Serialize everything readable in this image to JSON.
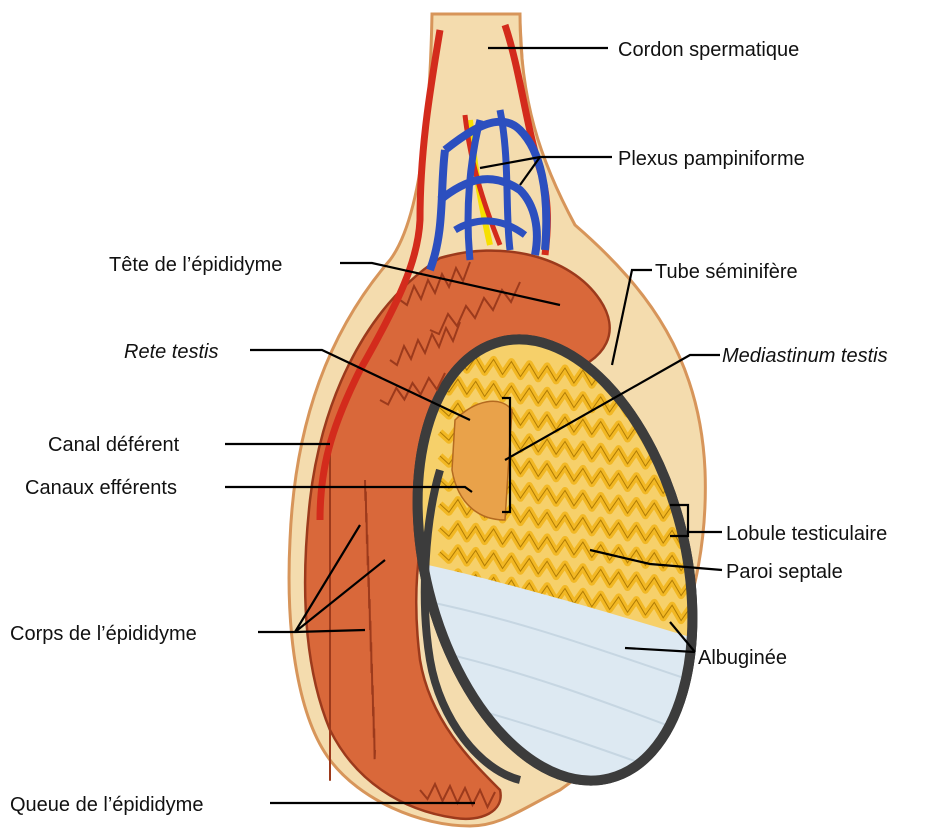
{
  "labels": {
    "cordon": "Cordon spermatique",
    "plexus": "Plexus pampiniforme",
    "tete": "Tête de l’épididyme",
    "tube": "Tube séminifère",
    "rete": "Rete testis",
    "mediastinum": "Mediastinum testis",
    "canal": "Canal déférent",
    "efferents": "Canaux efférents",
    "lobule": "Lobule testiculaire",
    "paroi": "Paroi septale",
    "corps": "Corps de l’épididyme",
    "albuginee": "Albuginée",
    "queue": "Queue de l’épididyme"
  },
  "colors": {
    "sheath": "#f4dcae",
    "sheath_edge": "#d7955a",
    "epididymis": "#d9683a",
    "epididymis_dark": "#9c3a1c",
    "tubule": "#f2b824",
    "tubule_dark": "#b07c06",
    "albuginea": "#3c3c3c",
    "cavity": "#dde9f2",
    "artery": "#d32b1c",
    "vein": "#2c4fbf",
    "nerve": "#f6df00"
  }
}
